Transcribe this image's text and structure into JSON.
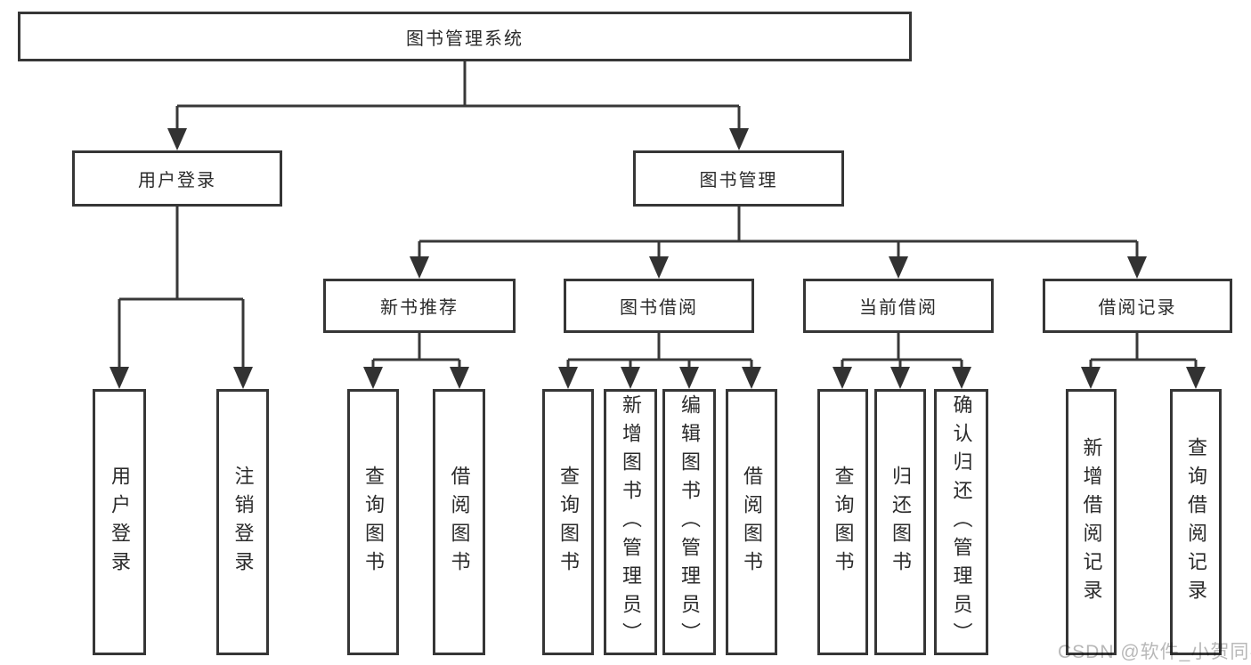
{
  "diagram": {
    "title": "图书管理系统",
    "branches": [
      {
        "label": "用户登录",
        "children": [
          "用户登录",
          "注销登录"
        ]
      },
      {
        "label": "图书管理",
        "children": [
          {
            "label": "新书推荐",
            "children": [
              "查询图书",
              "借阅图书"
            ]
          },
          {
            "label": "图书借阅",
            "children": [
              "查询图书",
              "新增图书（管理员）",
              "编辑图书（管理员）",
              "借阅图书"
            ]
          },
          {
            "label": "当前借阅",
            "children": [
              "查询图书",
              "归还图书",
              "确认归还（管理员）"
            ]
          },
          {
            "label": "借阅记录",
            "children": [
              "新增借阅记录",
              "查询借阅记录"
            ]
          }
        ]
      }
    ]
  },
  "watermark": {
    "text": "CSDN @软件_小贺同学",
    "color": "#b8b8b8"
  },
  "colors": {
    "line": "#383838",
    "box_border": "#363636",
    "box_bg": "#ffffff",
    "text": "#2b2b2b",
    "background": "#ffffff"
  }
}
